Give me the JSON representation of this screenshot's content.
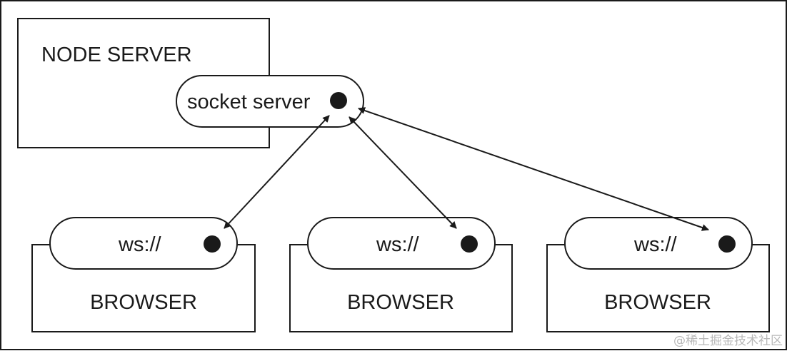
{
  "node": {
    "title": "NODE SERVER",
    "socket_label": "socket server"
  },
  "clients": [
    {
      "pill_label": "ws://",
      "box_label": "BROWSER"
    },
    {
      "pill_label": "ws://",
      "box_label": "BROWSER"
    },
    {
      "pill_label": "ws://",
      "box_label": "BROWSER"
    }
  ],
  "watermark": "@稀土掘金技术社区",
  "colors": {
    "stroke": "#1a1a1a",
    "background": "#ffffff"
  }
}
